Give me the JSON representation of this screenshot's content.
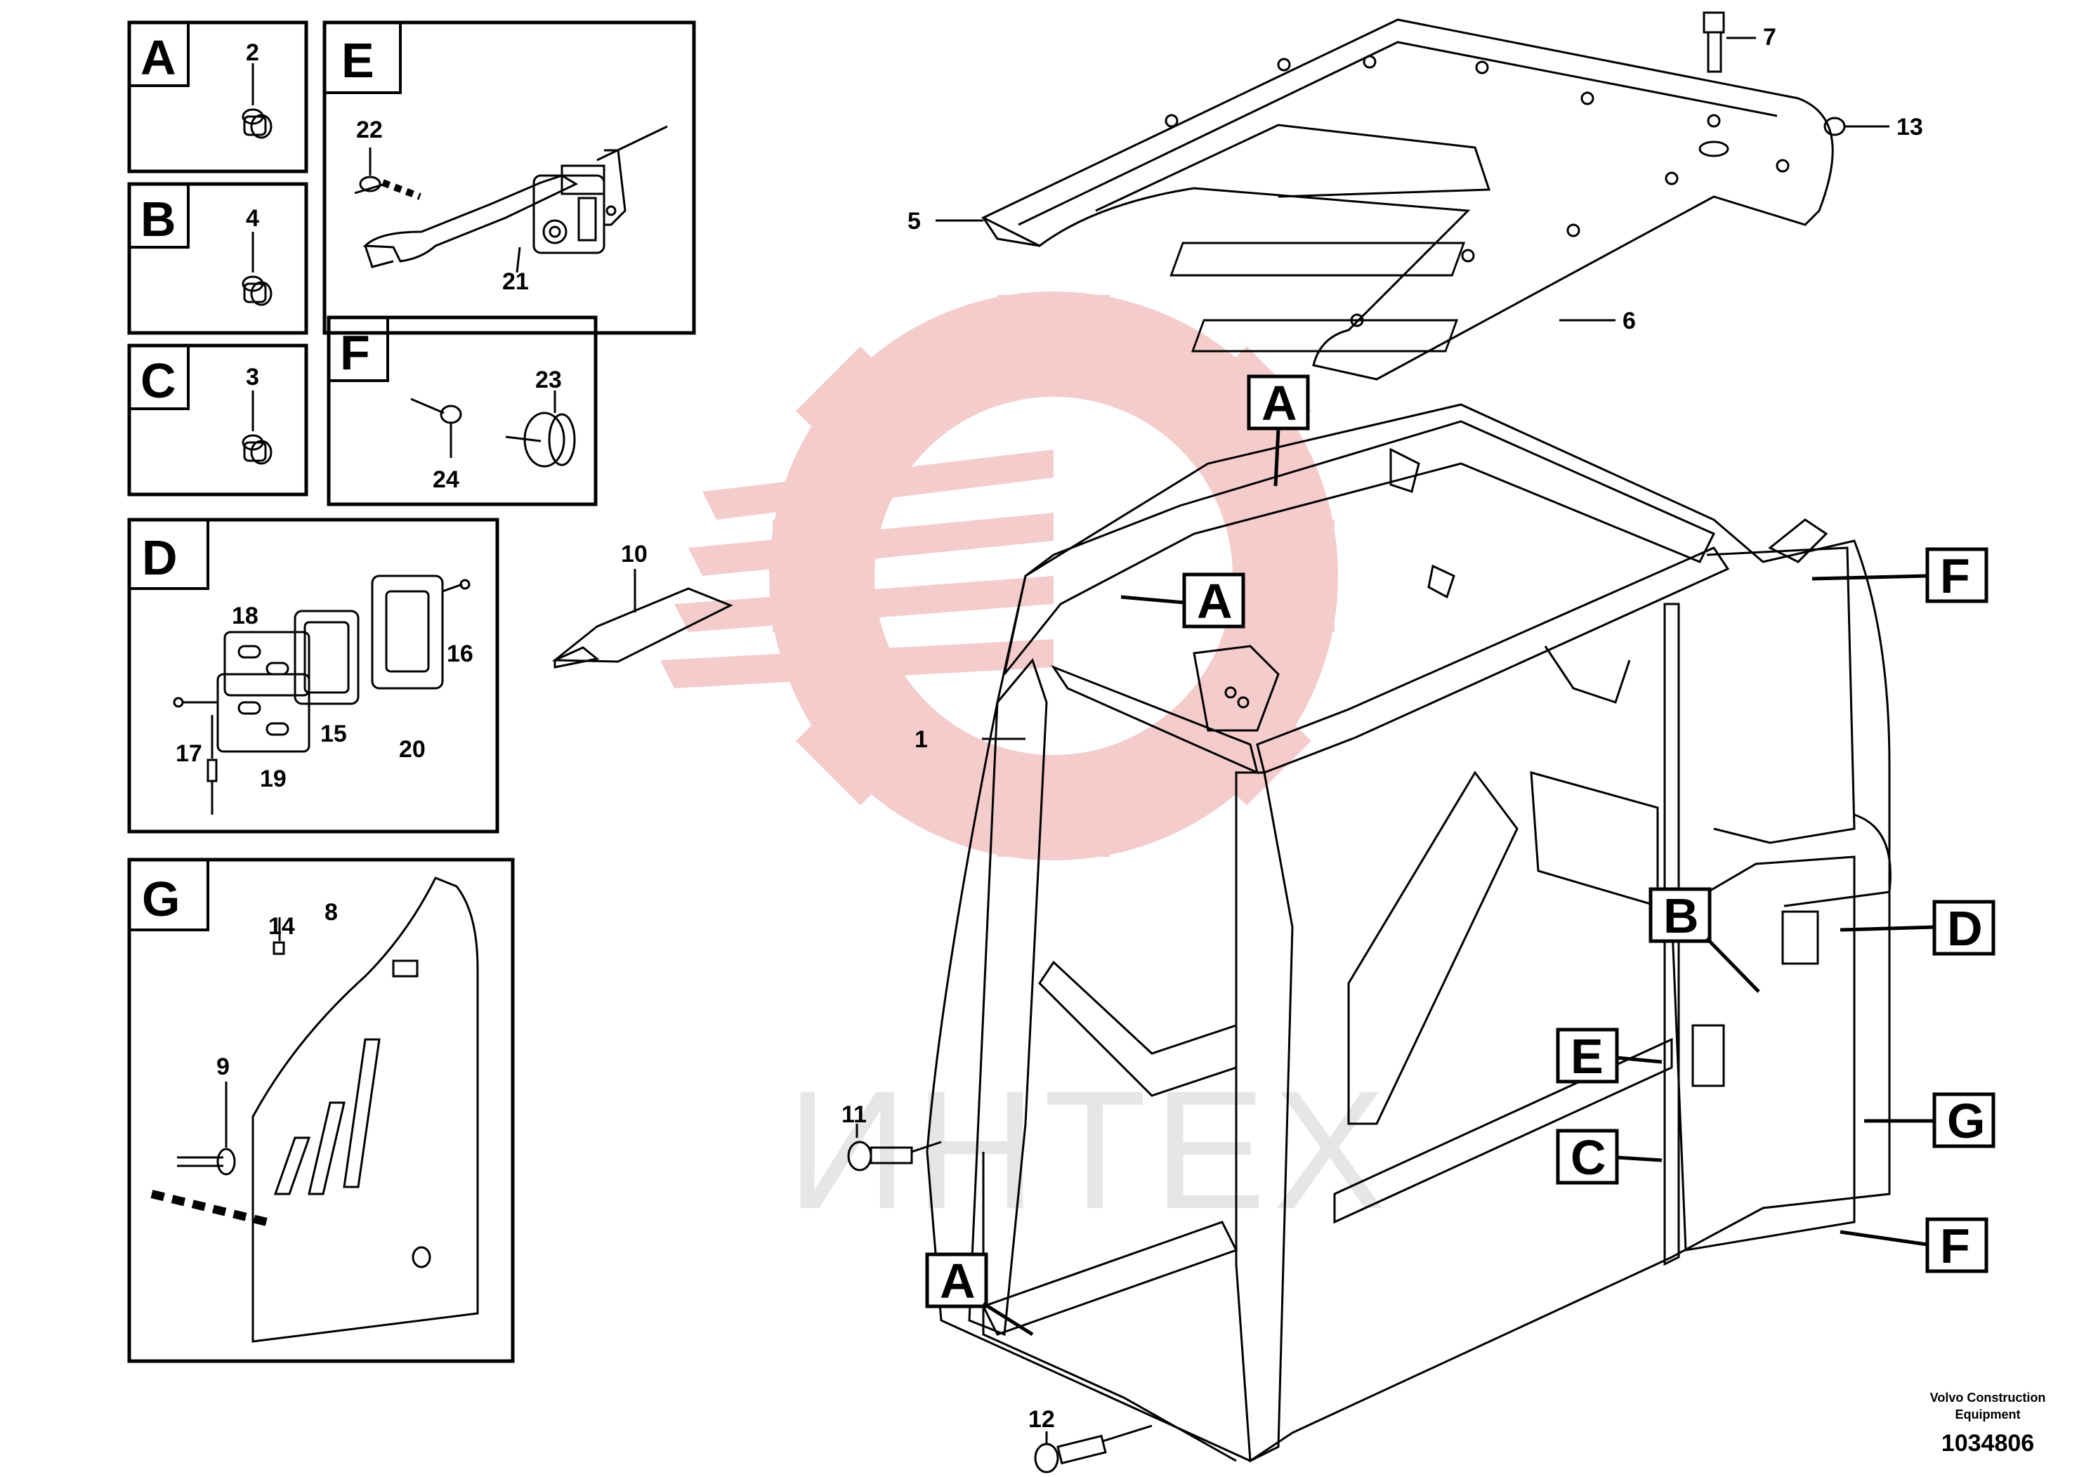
{
  "colors": {
    "watermark_gear": "#f2bcbc",
    "watermark_text": "#e6e6e6",
    "line": "#000000"
  },
  "watermark": {
    "text": "ИНТЕХ"
  },
  "footer": {
    "line1": "Volvo Construction",
    "line2": "Equipment",
    "code": "1034806"
  },
  "inset_letters": {
    "A": "A",
    "B": "B",
    "C": "C",
    "D": "D",
    "E": "E",
    "F": "F",
    "G": "G"
  },
  "frame_letters": [
    "A",
    "A",
    "A",
    "B",
    "C",
    "D",
    "E",
    "F",
    "F",
    "G"
  ],
  "callouts": {
    "c1": "1",
    "c2": "2",
    "c3": "3",
    "c4": "4",
    "c5": "5",
    "c6": "6",
    "c7": "7",
    "c8": "8",
    "c9": "9",
    "c10": "10",
    "c11": "11",
    "c12": "12",
    "c13": "13",
    "c14": "14",
    "c15": "15",
    "c16": "16",
    "c17": "17",
    "c18": "18",
    "c19": "19",
    "c20": "20",
    "c21": "21",
    "c22": "22",
    "c23": "23",
    "c24": "24"
  }
}
